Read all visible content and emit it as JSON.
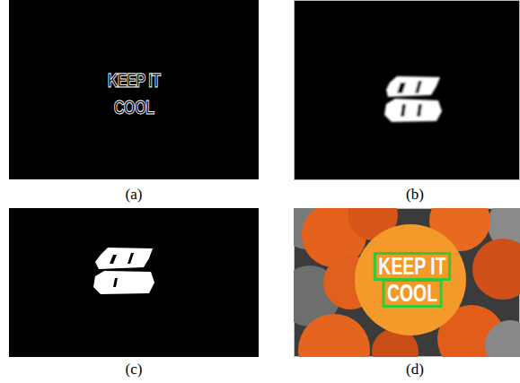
{
  "diagram": {
    "labels": [
      "KEEP IT",
      "COOL",
      "(a)",
      "(b)",
      "(c)",
      "KEEP IT",
      "COOL",
      "(d)"
    ]
  }
}
